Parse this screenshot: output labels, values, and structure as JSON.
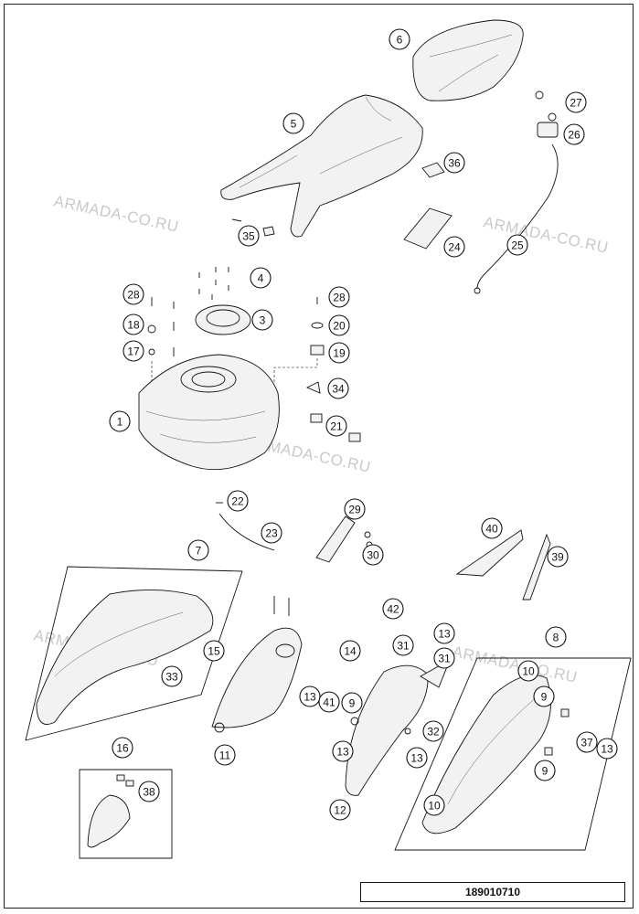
{
  "drawing_number": "189010710",
  "watermark": "ARMADA-CO.RU",
  "callouts": [
    {
      "label": "6"
    },
    {
      "label": "5"
    },
    {
      "label": "27"
    },
    {
      "label": "26"
    },
    {
      "label": "36"
    },
    {
      "label": "24"
    },
    {
      "label": "25"
    },
    {
      "label": "35"
    },
    {
      "label": "4"
    },
    {
      "label": "3"
    },
    {
      "label": "28"
    },
    {
      "label": "18"
    },
    {
      "label": "17"
    },
    {
      "label": "28"
    },
    {
      "label": "20"
    },
    {
      "label": "19"
    },
    {
      "label": "34"
    },
    {
      "label": "1"
    },
    {
      "label": "21"
    },
    {
      "label": "22"
    },
    {
      "label": "23"
    },
    {
      "label": "29"
    },
    {
      "label": "30"
    },
    {
      "label": "40"
    },
    {
      "label": "39"
    },
    {
      "label": "7"
    },
    {
      "label": "42"
    },
    {
      "label": "13"
    },
    {
      "label": "31"
    },
    {
      "label": "31"
    },
    {
      "label": "8"
    },
    {
      "label": "15"
    },
    {
      "label": "14"
    },
    {
      "label": "10"
    },
    {
      "label": "33"
    },
    {
      "label": "13"
    },
    {
      "label": "41"
    },
    {
      "label": "9"
    },
    {
      "label": "9"
    },
    {
      "label": "32"
    },
    {
      "label": "37"
    },
    {
      "label": "13"
    },
    {
      "label": "11"
    },
    {
      "label": "13"
    },
    {
      "label": "13"
    },
    {
      "label": "9"
    },
    {
      "label": "16"
    },
    {
      "label": "38"
    },
    {
      "label": "12"
    },
    {
      "label": "10"
    }
  ]
}
